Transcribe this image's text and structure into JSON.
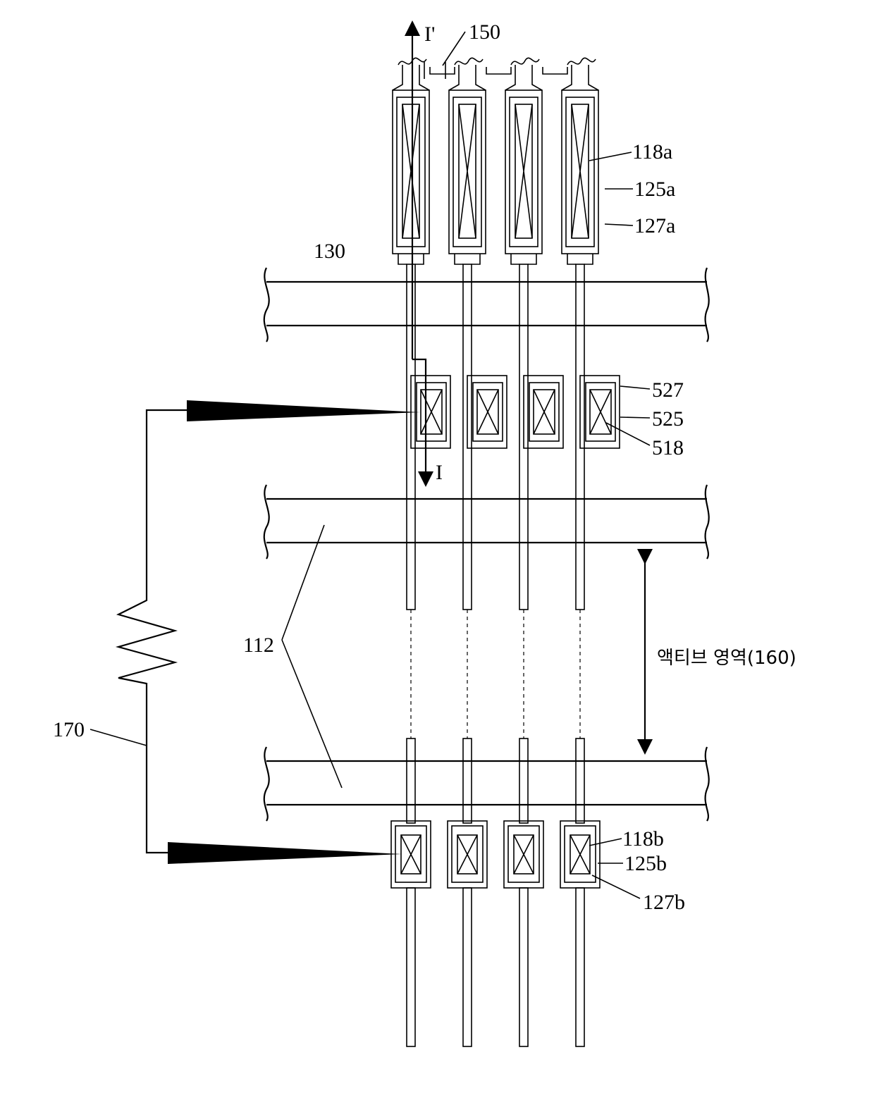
{
  "labels": {
    "l150": "150",
    "l118a": "118a",
    "l125a": "125a",
    "l127a": "127a",
    "l130": "130",
    "l527": "527",
    "l525": "525",
    "l518": "518",
    "l112": "112",
    "l170": "170",
    "l118b": "118b",
    "l125b": "125b",
    "l127b": "127b",
    "iprime": "I'",
    "i": "I",
    "active_region": "액티브 영역(160)"
  }
}
